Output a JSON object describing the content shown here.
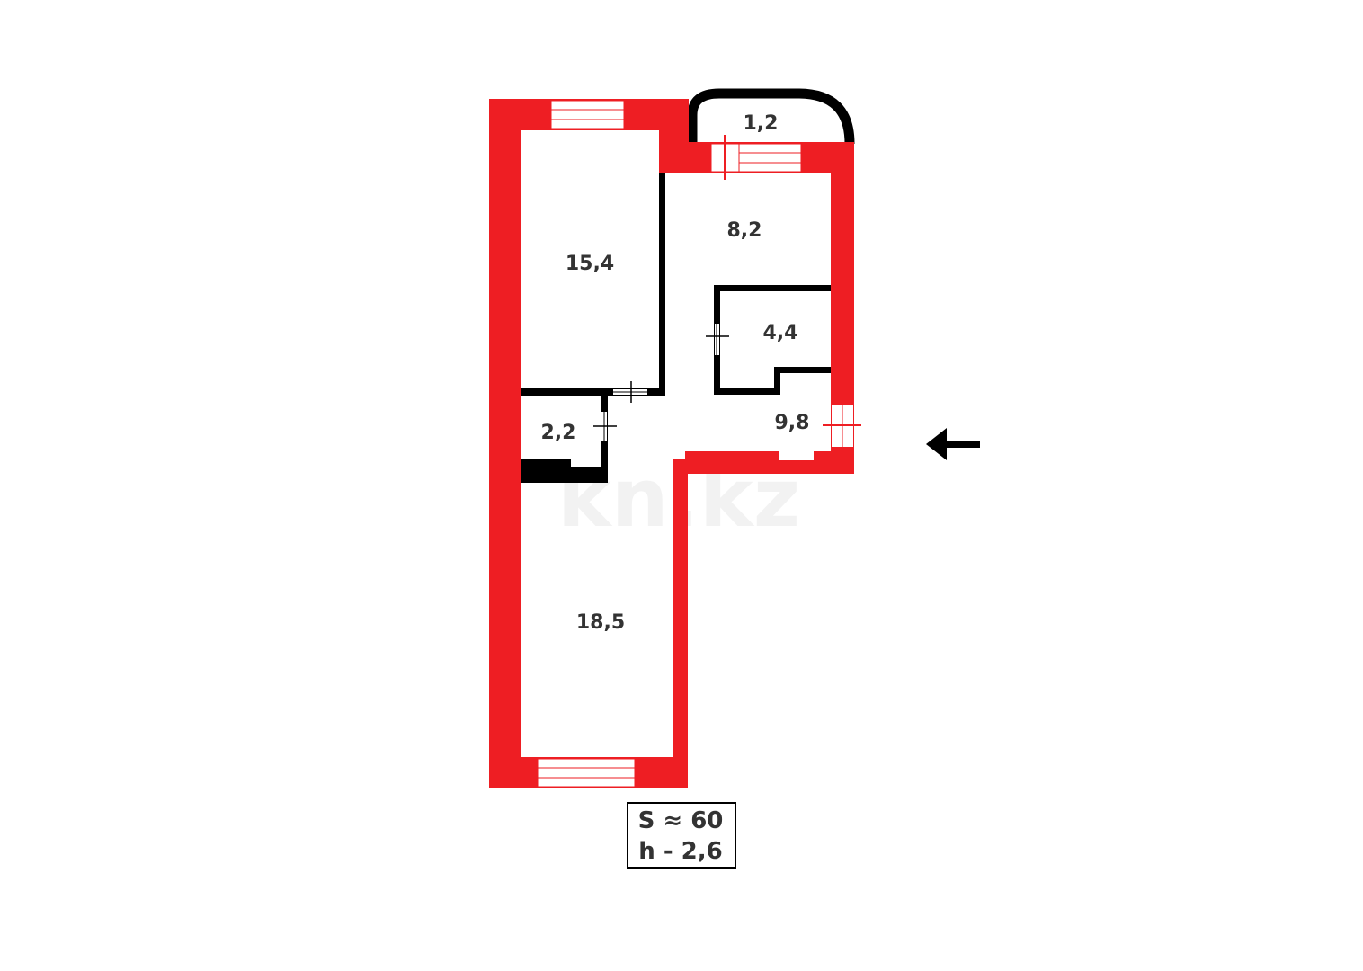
{
  "colors": {
    "exterior_wall": "#ee1e23",
    "interior_wall": "#000000",
    "label": "#333333"
  },
  "rooms": [
    {
      "id": "balcony",
      "area": "1,2"
    },
    {
      "id": "kitchen",
      "area": "8,2"
    },
    {
      "id": "room-1",
      "area": "15,4"
    },
    {
      "id": "bathroom",
      "area": "4,4"
    },
    {
      "id": "hallway",
      "area": "9,8"
    },
    {
      "id": "toilet",
      "area": "2,2"
    },
    {
      "id": "room-2",
      "area": "18,5"
    }
  ],
  "summary": {
    "area": "S ≈ 60",
    "height": "h - 2,6"
  },
  "entrance_arrow": "arrow-left-icon",
  "watermark": "kn.kz"
}
